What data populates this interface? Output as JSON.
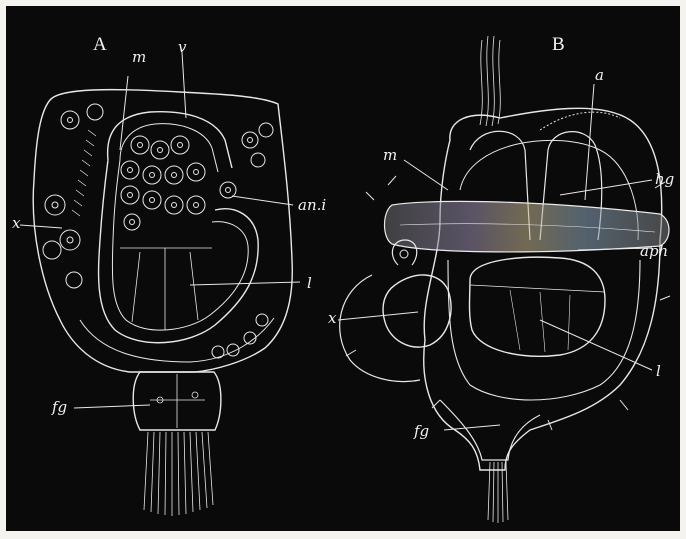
{
  "figures": [
    {
      "id": "A",
      "letter": "A",
      "labels": {
        "m": "m",
        "v": "v",
        "ani": "an.i",
        "x": "x",
        "l": "l",
        "fg": "fg"
      }
    },
    {
      "id": "B",
      "letter": "B",
      "labels": {
        "a": "a",
        "m": "m",
        "hg": "hg",
        "aph": "aph",
        "x": "x",
        "l": "l",
        "fg": "fg"
      }
    }
  ],
  "colors": {
    "plate_background": "#0a0a0a",
    "drawing_line": "#e8e8e8",
    "page_margin": "#f4f3ef",
    "accent_rainbow_band": "#b8a8c8"
  }
}
